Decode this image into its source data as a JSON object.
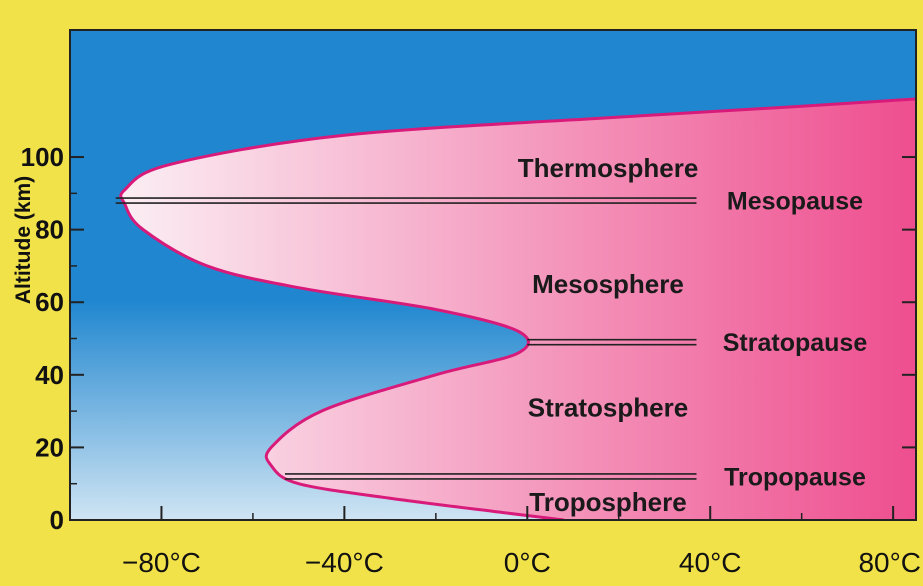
{
  "chart_data": {
    "type": "line",
    "title": "",
    "ylabel": "Altitude (km)",
    "xlabel": "",
    "xlim": [
      -100,
      85
    ],
    "ylim": [
      0,
      135
    ],
    "x_ticks": [
      -80,
      -40,
      0,
      40,
      80
    ],
    "x_tick_labels": [
      "−80°C",
      "−40°C",
      "0°C",
      "40°C",
      "80°C"
    ],
    "y_ticks": [
      0,
      20,
      40,
      60,
      80,
      100
    ],
    "y_tick_labels": [
      "0",
      "20",
      "40",
      "60",
      "80",
      "100"
    ],
    "series": [
      {
        "name": "",
        "color": "#d81b7a",
        "points": [
          [
            8,
            0
          ],
          [
            -5,
            2
          ],
          [
            -30,
            6
          ],
          [
            -50,
            10
          ],
          [
            -56,
            15
          ],
          [
            -56,
            20
          ],
          [
            -45,
            30
          ],
          [
            -20,
            40
          ],
          [
            -2,
            46
          ],
          [
            -2,
            52
          ],
          [
            -20,
            58
          ],
          [
            -50,
            64
          ],
          [
            -70,
            70
          ],
          [
            -84,
            80
          ],
          [
            -88,
            87
          ],
          [
            -88,
            91
          ],
          [
            -78,
            98
          ],
          [
            -40,
            106
          ],
          [
            20,
            111
          ],
          [
            60,
            114
          ],
          [
            85,
            116
          ]
        ]
      }
    ],
    "layers": [
      {
        "label": "Thermosphere",
        "altitude": 97
      },
      {
        "label": "Mesosphere",
        "altitude": 65
      },
      {
        "label": "Stratosphere",
        "altitude": 31
      },
      {
        "label": "Troposphere",
        "altitude": 5
      }
    ],
    "boundaries": [
      {
        "label": "Mesopause",
        "altitude": 88,
        "x_start": -90,
        "x_end": 37
      },
      {
        "label": "Stratopause",
        "altitude": 49,
        "x_start": 0,
        "x_end": 37
      },
      {
        "label": "Tropopause",
        "altitude": 12,
        "x_start": -53,
        "x_end": 37
      }
    ],
    "colors": {
      "background": "#f2e24a",
      "cold_top": "#1f86cf",
      "cold_bottom": "#cfe4f3",
      "warm_light": "#fbeef3",
      "warm_dark": "#ee4d8e",
      "curve": "#d81b7a"
    }
  }
}
